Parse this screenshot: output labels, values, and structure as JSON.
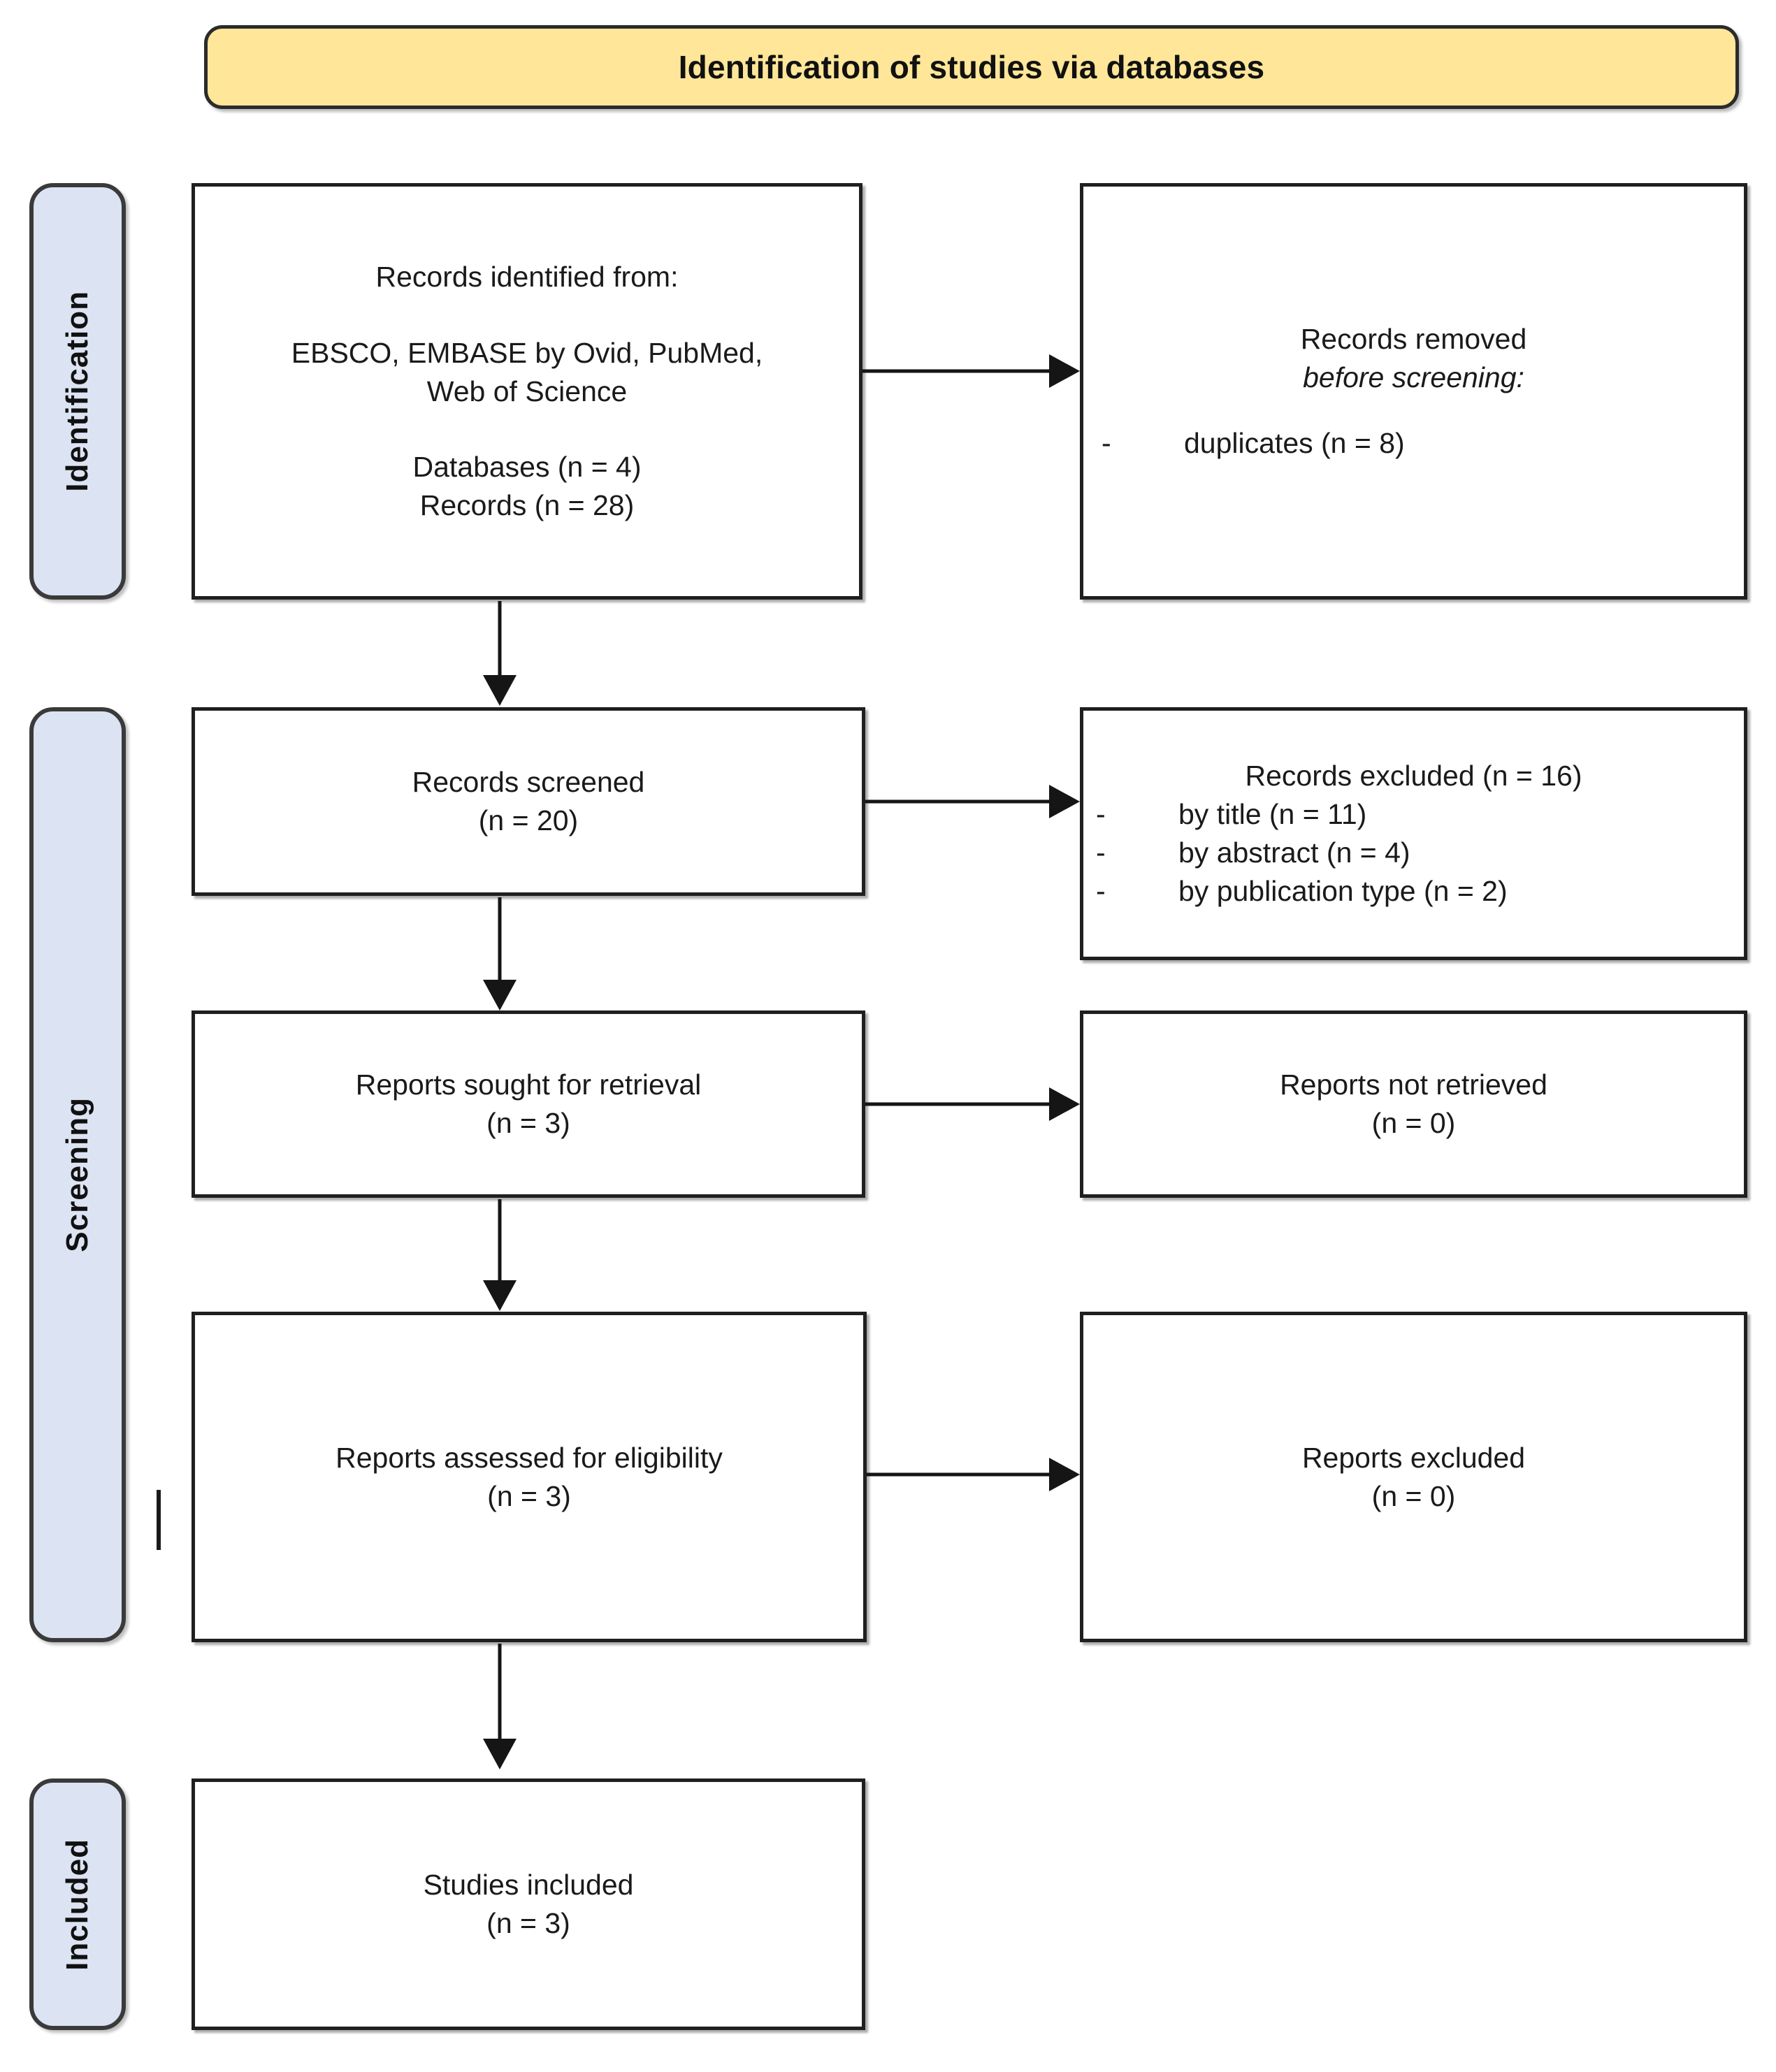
{
  "diagram": {
    "title": "Identification of studies via databases",
    "type": "prisma-flow-diagram",
    "colors": {
      "banner_fill": "#ffe699",
      "stage_fill": "#dce3f2",
      "box_fill": "#ffffff",
      "border": "#1f1f1f",
      "text": "#1a1a1a"
    }
  },
  "stages": [
    {
      "label": "Identification"
    },
    {
      "label": "Screening"
    },
    {
      "label": "Included"
    }
  ],
  "boxes": {
    "identified": {
      "line1": "Records identified from:",
      "line2": "EBSCO, EMBASE by Ovid, PubMed,",
      "line3": "Web of Science",
      "line4": "Databases (n = 4)",
      "line5": "Records (n = 28)"
    },
    "removed": {
      "line1": "Records removed",
      "line2": "before screening:",
      "bullets": [
        {
          "dash": "-",
          "text": "duplicates (n = 8)"
        }
      ]
    },
    "screened": {
      "line1": "Records screened",
      "line2": "(n = 20)"
    },
    "excluded_records": {
      "line1": "Records excluded (n = 16)",
      "bullets": [
        {
          "dash": "-",
          "text": "by title (n = 11)"
        },
        {
          "dash": "-",
          "text": "by abstract (n = 4)"
        },
        {
          "dash": "-",
          "text": "by publication type (n = 2)"
        }
      ]
    },
    "sought": {
      "line1": "Reports sought for retrieval",
      "line2": "(n = 3)"
    },
    "not_retrieved": {
      "line1": "Reports not retrieved",
      "line2": "(n = 0)"
    },
    "assessed": {
      "line1": "Reports assessed for eligibility",
      "line2": "(n = 3)"
    },
    "reports_excluded": {
      "line1": "Reports excluded",
      "line2": "(n = 0)"
    },
    "included": {
      "line1": "Studies included",
      "line2": "(n = 3)"
    }
  }
}
